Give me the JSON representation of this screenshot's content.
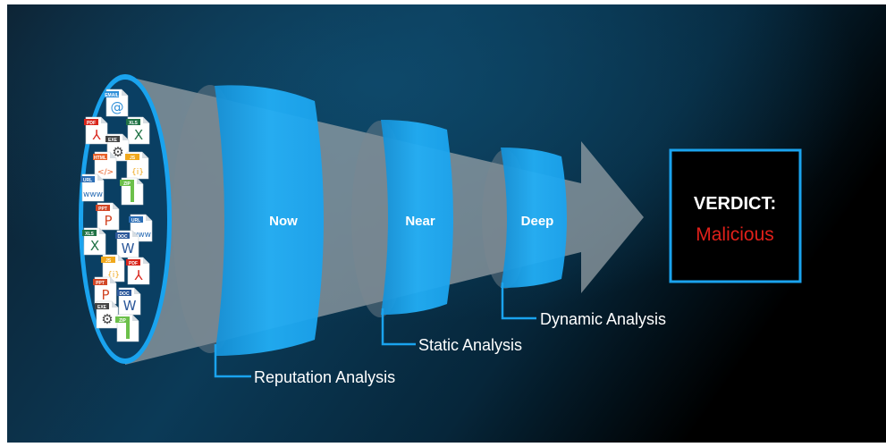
{
  "stages": [
    {
      "name": "Now",
      "analysis": "Reputation Analysis"
    },
    {
      "name": "Near",
      "analysis": "Static Analysis"
    },
    {
      "name": "Deep",
      "analysis": "Dynamic Analysis"
    }
  ],
  "verdict": {
    "title": "VERDICT:",
    "value": "Malicious"
  },
  "file_types": [
    {
      "tag": "EMAIL",
      "glyph": "@",
      "color": "#2f8fd8"
    },
    {
      "tag": "PDF",
      "glyph": "⅄",
      "color": "#d9261c"
    },
    {
      "tag": "XLS",
      "glyph": "X",
      "color": "#217346"
    },
    {
      "tag": "EXE",
      "glyph": "⚙",
      "color": "#444444"
    },
    {
      "tag": "HTML",
      "glyph": "</>",
      "color": "#e8622a"
    },
    {
      "tag": "JS",
      "glyph": "{i}",
      "color": "#f0a81c"
    },
    {
      "tag": "URL",
      "glyph": "www",
      "color": "#2a6db5"
    },
    {
      "tag": "ZIP",
      "glyph": "",
      "color": "#6cc04a"
    },
    {
      "tag": "PPT",
      "glyph": "P",
      "color": "#d24726"
    },
    {
      "tag": "URL",
      "glyph": "www",
      "color": "#2a6db5"
    },
    {
      "tag": "XLS",
      "glyph": "X",
      "color": "#217346"
    },
    {
      "tag": "DOC",
      "glyph": "W",
      "color": "#2b579a"
    },
    {
      "tag": "JS",
      "glyph": "{i}",
      "color": "#f0a81c"
    },
    {
      "tag": "PDF",
      "glyph": "⅄",
      "color": "#d9261c"
    },
    {
      "tag": "PPT",
      "glyph": "P",
      "color": "#d24726"
    },
    {
      "tag": "DOC",
      "glyph": "W",
      "color": "#2b579a"
    },
    {
      "tag": "EXE",
      "glyph": "⚙",
      "color": "#444444"
    },
    {
      "tag": "ZIP",
      "glyph": "",
      "color": "#6cc04a"
    }
  ],
  "colors": {
    "background_left": "#0e2233",
    "background_mid": "#0b3550",
    "background_right": "#000000",
    "funnel": "#8e969c",
    "stage_band": "#1aa3ee",
    "accent": "#1aa3ee",
    "verdict_value": "#e0201a"
  }
}
